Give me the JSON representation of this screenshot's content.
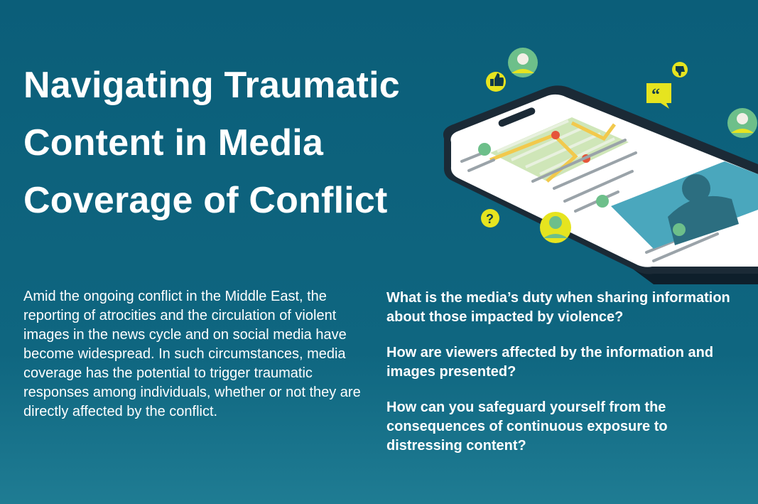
{
  "title": "Navigating Traumatic Content in Media Coverage of Conflict",
  "intro": "Amid the ongoing conflict in the Middle East, the reporting of atrocities and the circulation of violent images in the news cycle and on social media have become widespread. In such circumstances, media coverage has the potential to trigger traumatic responses among individuals, whether or not they are directly affected by the conflict.",
  "questions": [
    "What is the media’s duty when sharing information about those impacted by violence?",
    "How are viewers affected by the information and images presented?",
    "How can you safeguard yourself from the consequences of continuous exposure to distressing content?"
  ],
  "colors": {
    "background": "#0b5e79",
    "accent_yellow": "#e6e41f",
    "accent_green": "#6dbf8a",
    "screen_teal": "#4aa7bd"
  },
  "icons": [
    "thumbs-up-icon",
    "thumbs-down-icon",
    "quote-bubble-icon",
    "question-icon",
    "avatar-icon",
    "map-pin-icon"
  ]
}
